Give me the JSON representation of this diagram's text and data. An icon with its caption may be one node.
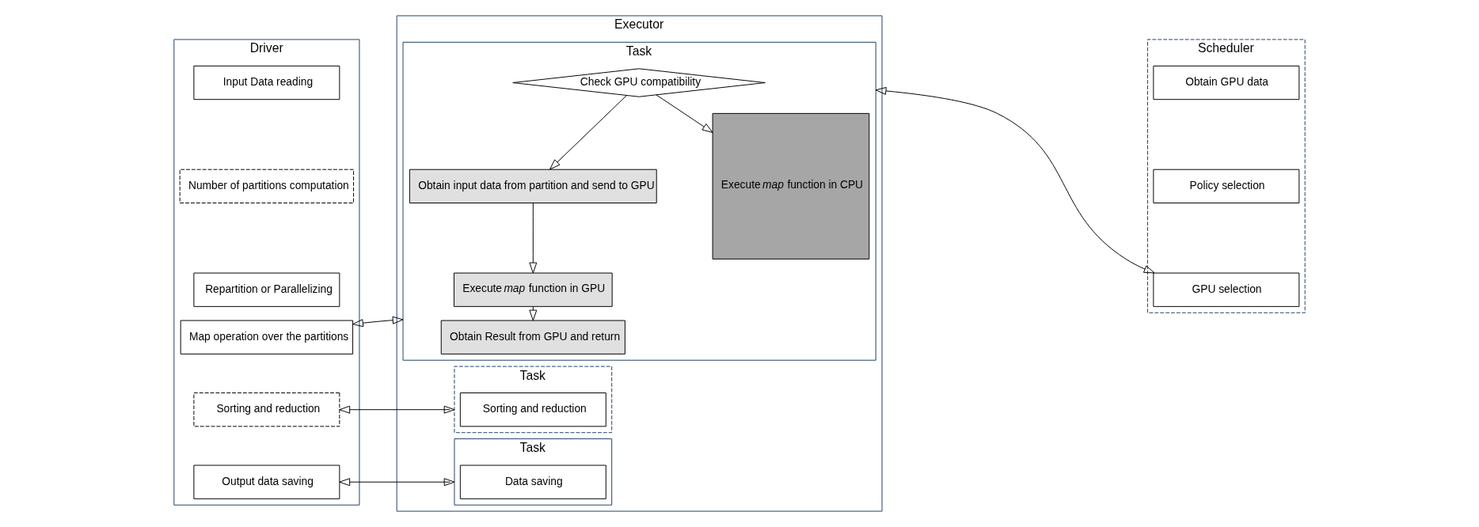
{
  "diagram": {
    "nodes": [
      {
        "text": [
          "Driver"
        ]
      },
      {
        "text": [
          "Input Data reading"
        ],
        "in": 0
      },
      {
        "text": [
          "Number of partitions computation"
        ],
        "in": 0
      },
      {
        "text": [
          "Repartition or Parallelizing"
        ],
        "in": 0
      },
      {
        "text": [
          "Map operation over the partitions"
        ],
        "in": 0
      },
      {
        "text": [
          "Sorting and reduction"
        ],
        "in": 0
      },
      {
        "text": [
          "Output data saving"
        ],
        "in": 0
      },
      {
        "text": [
          "Executor"
        ]
      },
      {
        "text": [
          "Task"
        ],
        "in": 7
      },
      {
        "text": [
          "Check GPU compatibility"
        ],
        "in": 8
      },
      {
        "text": [
          "Obtain input data from partition and send to GPU"
        ],
        "in": 8
      },
      {
        "text": [
          "Execute *map* function in GPU"
        ],
        "in": 8
      },
      {
        "text": [
          "Obtain Result from GPU and return"
        ],
        "in": 8
      },
      {
        "text": [
          "Execute *map* function in CPU"
        ],
        "in": 8
      },
      {
        "text": [
          "Task"
        ],
        "in": 7
      },
      {
        "text": [
          "Sorting and reduction"
        ],
        "in": 14
      },
      {
        "text": [
          "Task"
        ],
        "in": 7
      },
      {
        "text": [
          "Data saving"
        ],
        "in": 16
      },
      {
        "text": [
          "Scheduler"
        ]
      },
      {
        "text": [
          "Obtain GPU data"
        ],
        "in": 18
      },
      {
        "text": [
          "Policy selection"
        ],
        "in": 18
      },
      {
        "text": [
          "GPU selection"
        ],
        "in": 18
      }
    ],
    "edges": [
      {
        "from": 4,
        "to": 8,
        "arrow": "both"
      },
      {
        "from": 5,
        "to": 14,
        "arrow": "both"
      },
      {
        "from": 6,
        "to": 16,
        "arrow": "both"
      },
      {
        "from": 9,
        "to": 10,
        "arrow": "to"
      },
      {
        "from": 10,
        "to": 11,
        "arrow": "to"
      },
      {
        "from": 11,
        "to": 12,
        "arrow": "to"
      },
      {
        "from": 9,
        "to": 13,
        "arrow": "to"
      },
      {
        "from": 8,
        "to": 21,
        "arrow": "both"
      }
    ]
  }
}
